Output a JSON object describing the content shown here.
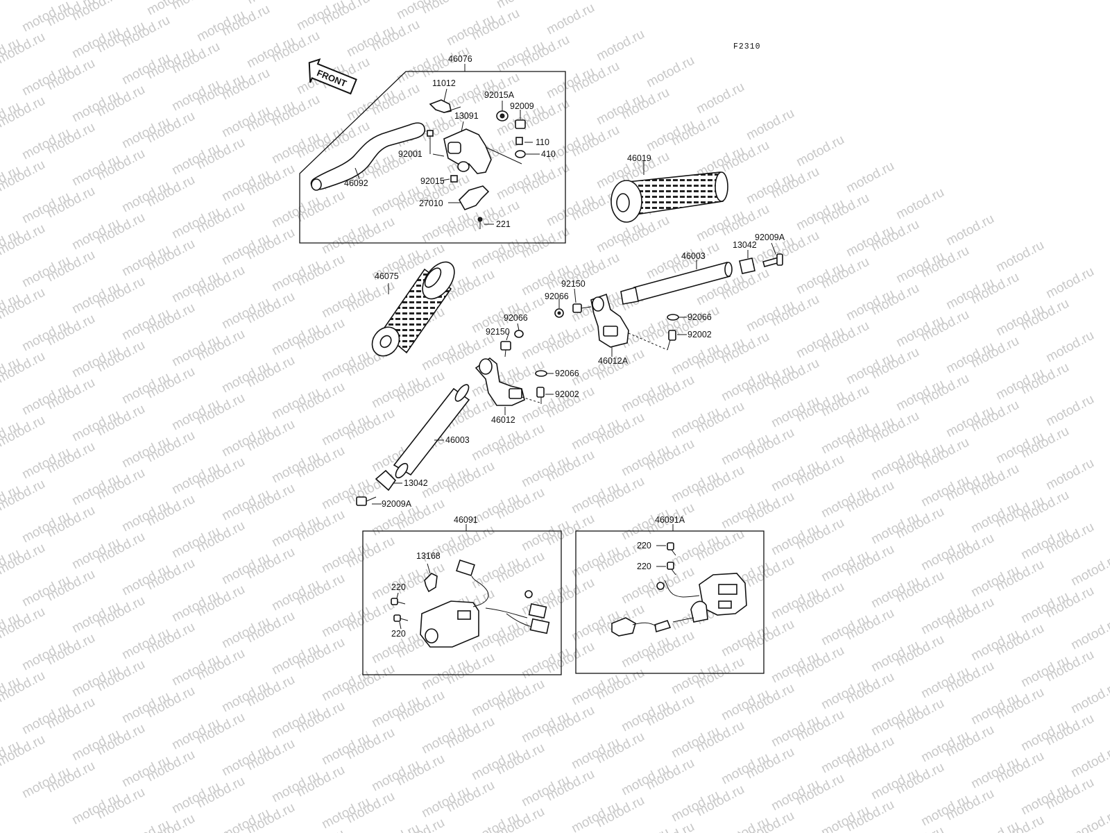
{
  "watermark": "motod.ru",
  "diagram_code": "F2310",
  "front_label": "FRONT",
  "colors": {
    "ink": "#111111",
    "watermark": "#c8c8c8",
    "background": "#ffffff"
  },
  "boxes": {
    "lever_assembly": "46076",
    "left_switch": "46091",
    "right_switch": "46091A"
  },
  "parts": {
    "p11012": "11012",
    "p92015A": "92015A",
    "p92009": "92009",
    "p13091": "13091",
    "p110": "110",
    "p92001": "92001",
    "p410": "410",
    "p46092": "46092",
    "p92015": "92015",
    "p27010": "27010",
    "p221": "221",
    "p46019": "46019",
    "p46003_upper": "46003",
    "p13042_upper": "13042",
    "p92009A_upper": "92009A",
    "p92150_upper": "92150",
    "p92066_upper": "92066",
    "p92066_right": "92066",
    "p92002_right": "92002",
    "p46012A": "46012A",
    "p46075": "46075",
    "p92066_mid": "92066",
    "p92150_mid": "92150",
    "p92066_lower": "92066",
    "p92002_lower": "92002",
    "p46012": "46012",
    "p46003_lower": "46003",
    "p13042_lower": "13042",
    "p92009A_lower": "92009A",
    "p13168": "13168",
    "p220_a": "220",
    "p220_b": "220",
    "p220_c": "220",
    "p220_d": "220"
  }
}
